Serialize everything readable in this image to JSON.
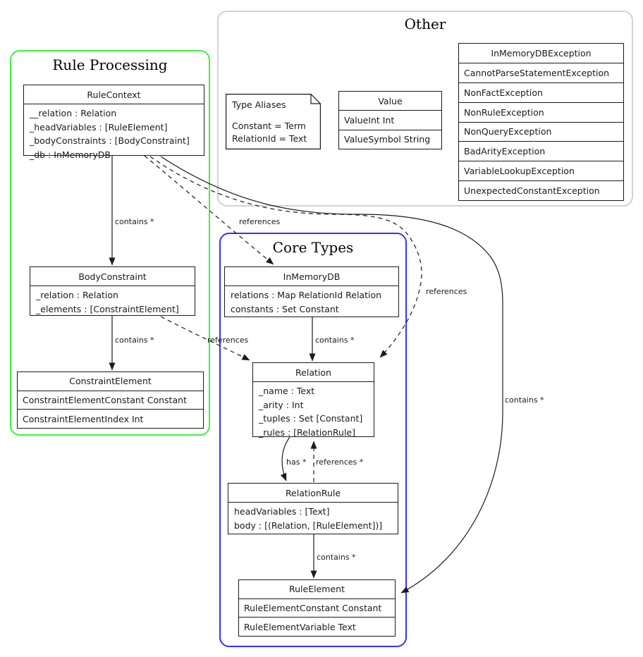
{
  "groups": {
    "rule_processing": {
      "title": "Rule Processing",
      "color": "#44ef44"
    },
    "other": {
      "title": "Other",
      "color": "#d2d2d2"
    },
    "core_types": {
      "title": "Core Types",
      "color": "#3333ff"
    }
  },
  "classes": {
    "rule_context": {
      "name": "RuleContext",
      "fields": [
        "__relation : Relation",
        "_headVariables : [RuleElement]",
        "_bodyConstraints : [BodyConstraint]",
        "_db : InMemoryDB"
      ]
    },
    "body_constraint": {
      "name": "BodyConstraint",
      "fields": [
        "_relation : Relation",
        "_elements : [ConstraintElement]"
      ]
    },
    "constraint_element": {
      "name": "ConstraintElement",
      "rows": [
        "ConstraintElementConstant Constant",
        "ConstraintElementIndex Int"
      ]
    },
    "in_memory_db": {
      "name": "InMemoryDB",
      "fields": [
        "relations : Map RelationId Relation",
        "constants : Set Constant"
      ]
    },
    "relation": {
      "name": "Relation",
      "fields": [
        "_name : Text",
        "_arity : Int",
        "_tuples : Set [Constant]",
        "_rules : [RelationRule]"
      ]
    },
    "relation_rule": {
      "name": "RelationRule",
      "fields": [
        "headVariables : [Text]",
        "body : [(Relation, [RuleElement])]"
      ]
    },
    "rule_element": {
      "name": "RuleElement",
      "rows": [
        "RuleElementConstant Constant",
        "RuleElementVariable Text"
      ]
    },
    "value": {
      "name": "Value",
      "rows": [
        "ValueInt Int",
        "ValueSymbol String"
      ]
    },
    "in_memory_db_exception": {
      "name": "InMemoryDBException",
      "rows": [
        "CannotParseStatementException",
        "NonFactException",
        "NonRuleException",
        "NonQueryException",
        "BadArityException",
        "VariableLookupException",
        "UnexpectedConstantException"
      ]
    }
  },
  "note": {
    "title": "Type Aliases",
    "lines": [
      "Constant = Term",
      "RelationId = Text"
    ]
  },
  "edges": {
    "rulecontext_bodyconstraint": "contains *",
    "rulecontext_inmemorydb": "references",
    "bodyconstraint_constraintelement": "contains *",
    "bodyconstraint_relation": "references",
    "inmemorydb_relation": "contains *",
    "rulecontext_relation": "references",
    "rulecontext_ruleelement": "contains *",
    "relation_relationrule": "has *",
    "relationrule_relation": "references *",
    "relationrule_ruleelement": "contains *"
  }
}
